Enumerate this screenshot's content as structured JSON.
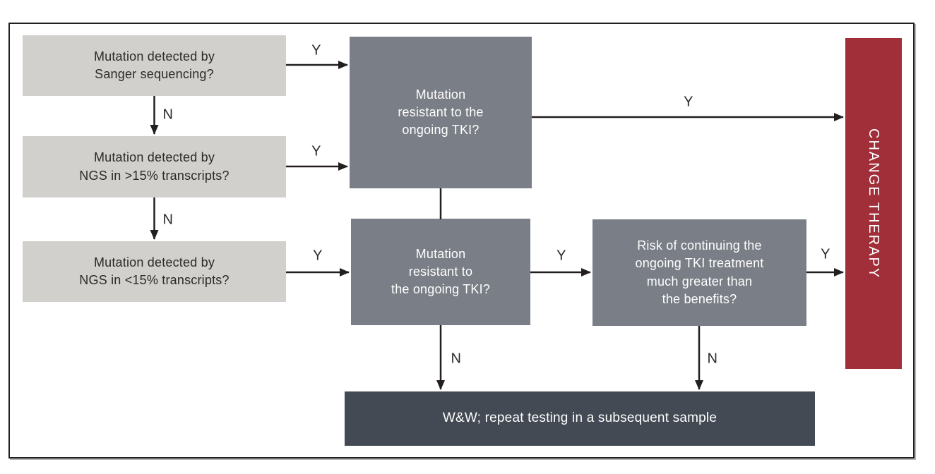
{
  "diagram": {
    "nodes": {
      "sanger": {
        "label": "Mutation detected by\nSanger sequencing?"
      },
      "ngs_high": {
        "label": "Mutation detected by\nNGS in >15% transcripts?"
      },
      "ngs_low": {
        "label": "Mutation detected by\nNGS in <15% transcripts?"
      },
      "resistant_top": {
        "label": "Mutation\nresistant to the\nongoing TKI?"
      },
      "resistant_bottom": {
        "label": "Mutation\nresistant to\nthe ongoing TKI?"
      },
      "risk": {
        "label": "Risk of continuing the\nongoing TKI treatment\nmuch greater than\nthe benefits?"
      },
      "change_therapy": {
        "label": "CHANGE THERAPY"
      },
      "watch_wait": {
        "label": "W&W; repeat testing in a subsequent sample"
      }
    },
    "edge_labels": {
      "yes": "Y",
      "no": "N"
    },
    "colors": {
      "light_box": "#d2d0cc",
      "dark_box": "#7a7e86",
      "accent_red": "#a12f3a",
      "slate_box": "#434a54",
      "line": "#231f20",
      "text_dark": "#2b2a28",
      "text_light": "#ffffff"
    }
  }
}
